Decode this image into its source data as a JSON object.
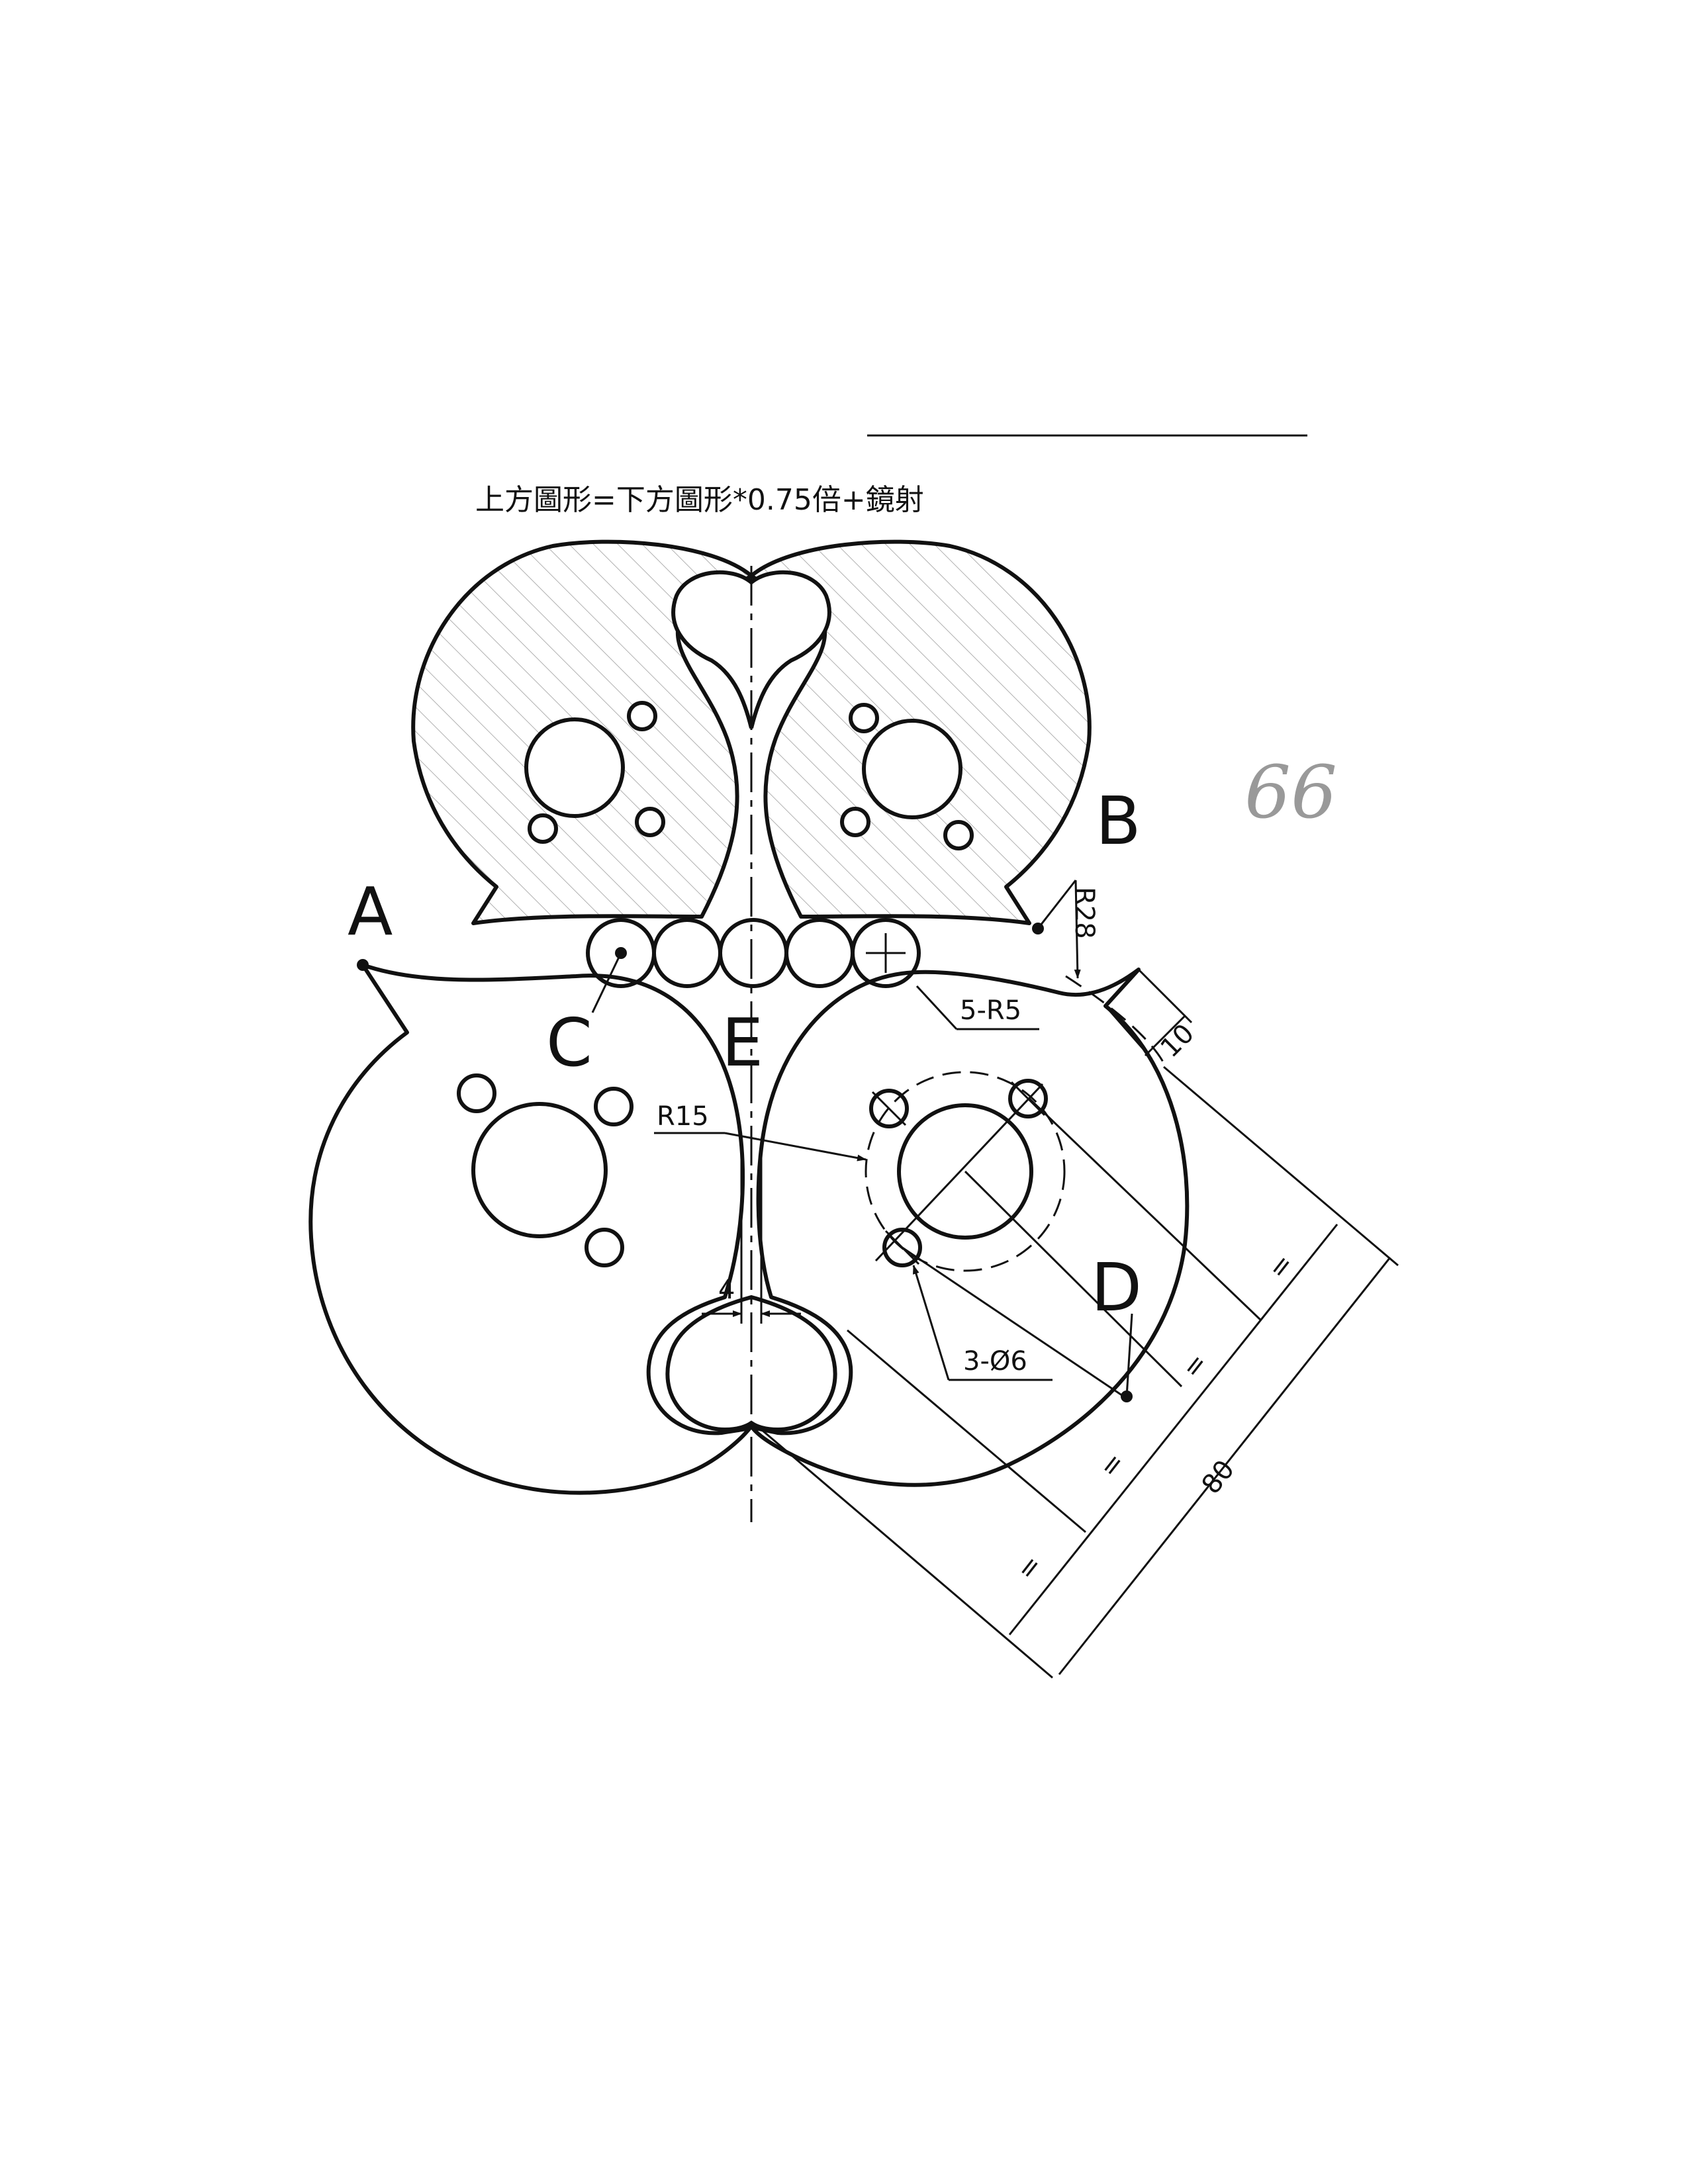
{
  "header": {
    "note": "上方圖形=下方圖形*0.75倍+鏡射"
  },
  "points": {
    "a": "A",
    "b": "B",
    "c": "C",
    "d": "D",
    "e": "E"
  },
  "dimensions": {
    "r28": "R28",
    "r5": "5-R5",
    "ten": "10",
    "r15": "R15",
    "four": "4",
    "holes": "3-Ø6",
    "eighty": "80",
    "equal": "="
  },
  "scribble": "66",
  "colors": {
    "ink": "#111111",
    "hatch": "#b0b0b0",
    "paper": "#ffffff"
  }
}
